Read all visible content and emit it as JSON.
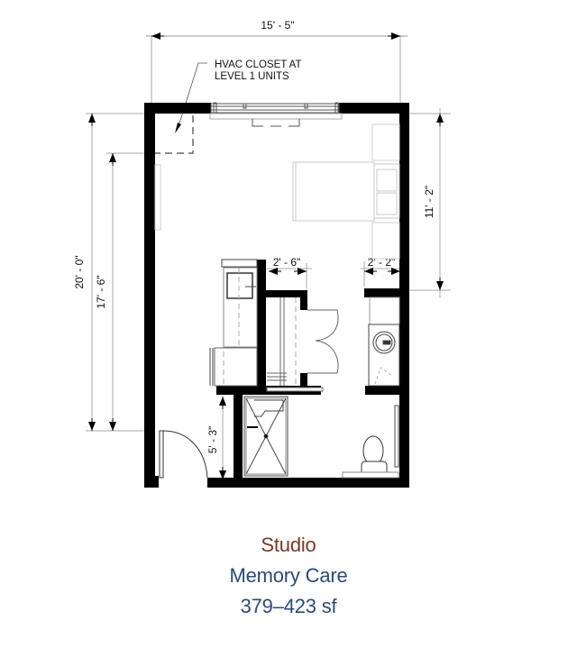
{
  "floor_plan": {
    "dimensions": {
      "overall_width": "15' - 5\"",
      "overall_length": "20' - 0\"",
      "room_length": "17' - 6\"",
      "bedroom_depth": "11' - 2\"",
      "closet_opening": "2' - 6\"",
      "bath_entry_width": "2' - 2\"",
      "shower_length": "5' - 3\""
    },
    "notes": {
      "hvac_line1": "HVAC CLOSET AT",
      "hvac_line2": "LEVEL 1 UNITS"
    },
    "colors": {
      "wall": "#000000",
      "fixture_line": "#555555",
      "furniture_line": "#bbbbbb",
      "dim_line": "#999999"
    }
  },
  "caption": {
    "unit_type": "Studio",
    "program": "Memory Care",
    "area": "379–423 sf",
    "colors": {
      "unit_type": "#7a3a22",
      "program": "#2a4a78",
      "area": "#2a4a78"
    }
  }
}
